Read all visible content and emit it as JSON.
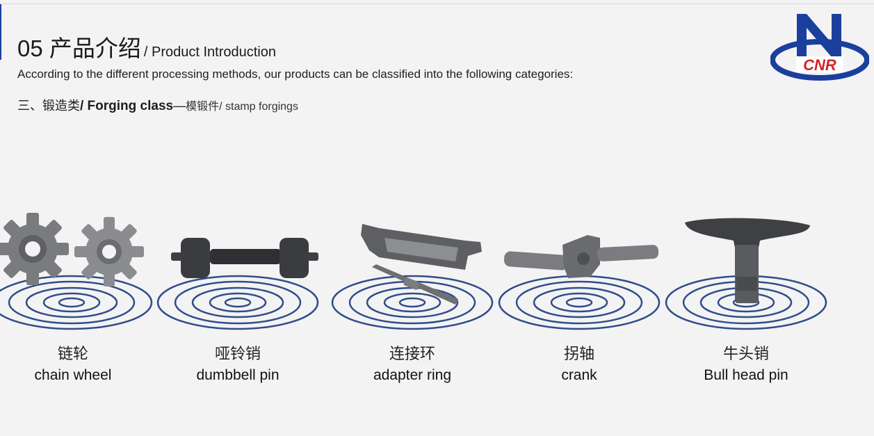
{
  "header": {
    "title": "05 产品介绍",
    "title_sub": "/ Product Introduction",
    "intro": "According to the different processing methods, our products can be classified into the following categories:"
  },
  "category": {
    "prefix_cn": "三、锻造类",
    "name_en": "/ Forging class",
    "dash": "—",
    "sub_cn": "模锻件",
    "sub_en": "/ stamp forgings"
  },
  "logo": {
    "text": "CNR"
  },
  "products": [
    {
      "cn": "链轮",
      "en": "chain wheel"
    },
    {
      "cn": "哑铃销",
      "en": "dumbbell pin"
    },
    {
      "cn": "连接环",
      "en": "adapter ring"
    },
    {
      "cn": "拐轴",
      "en": "crank"
    },
    {
      "cn": "牛头销",
      "en": "Bull head pin"
    }
  ],
  "colors": {
    "brand_blue": "#1a3f9c",
    "brand_red": "#d2232a",
    "ring_blue": "#2f4d8a",
    "metal": "#6e6f72"
  },
  "icons": {
    "logo": "cnr-logo-icon",
    "rings": "concentric-rings-icon"
  }
}
